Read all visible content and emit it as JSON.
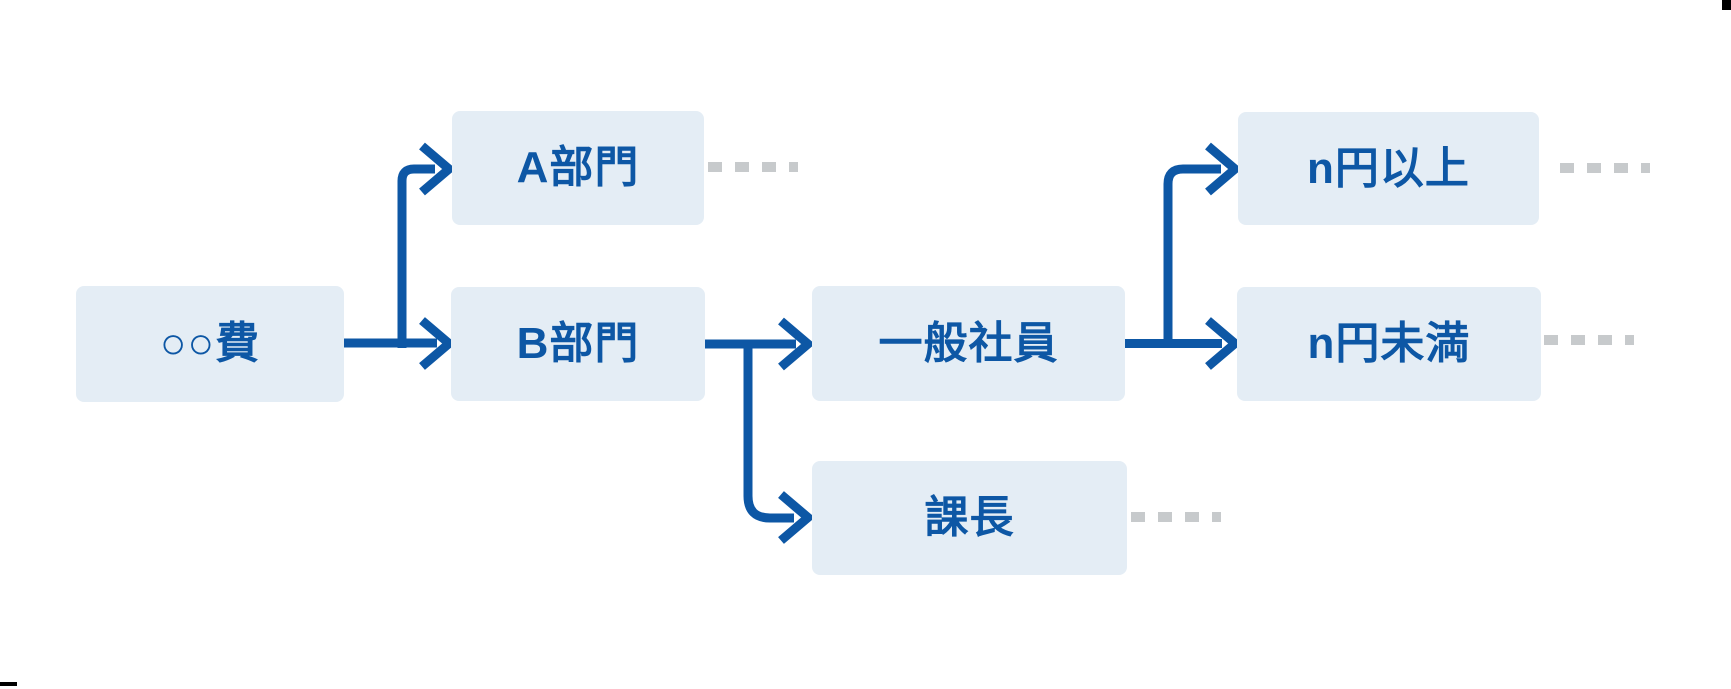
{
  "title": "approval-flow-diagram",
  "colors": {
    "background": "#ffffff",
    "node_fill": "#e4edf5",
    "accent_blue": "#0d57a5",
    "dash_gray": "#c7cacc",
    "artifact_black": "#000000"
  },
  "nodes": {
    "expense": {
      "label": "○○費"
    },
    "department_a": {
      "label": "A部門"
    },
    "department_b": {
      "label": "B部門"
    },
    "general_employee": {
      "label": "一般社員"
    },
    "section_chief": {
      "label": "課長"
    },
    "amount_n_or_more": {
      "label": "n円以上"
    },
    "amount_under_n": {
      "label": "n円未満"
    }
  },
  "edges": [
    {
      "from": "expense",
      "to": "department_a",
      "style": "solid-arrow"
    },
    {
      "from": "expense",
      "to": "department_b",
      "style": "solid-arrow"
    },
    {
      "from": "department_b",
      "to": "general_employee",
      "style": "solid-arrow"
    },
    {
      "from": "department_b",
      "to": "section_chief",
      "style": "solid-arrow"
    },
    {
      "from": "general_employee",
      "to": "amount_n_or_more",
      "style": "solid-arrow"
    },
    {
      "from": "general_employee",
      "to": "amount_under_n",
      "style": "solid-arrow"
    }
  ],
  "dashed_continuations": [
    "department_a",
    "amount_n_or_more",
    "amount_under_n",
    "section_chief"
  ]
}
